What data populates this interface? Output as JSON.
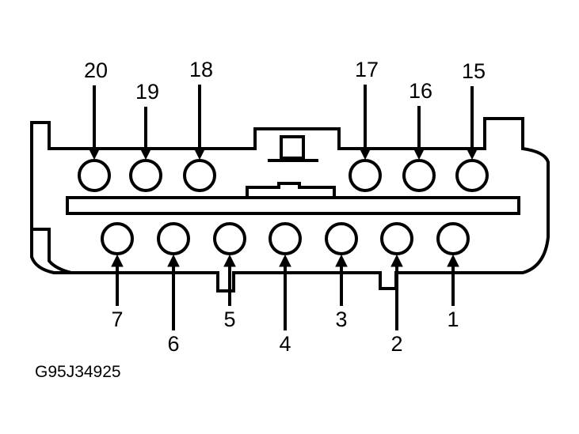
{
  "figure_id": "G95J34925",
  "pins_top": [
    "20",
    "19",
    "18",
    "17",
    "16",
    "15"
  ],
  "pins_bottom": [
    "7",
    "6",
    "5",
    "4",
    "3",
    "2",
    "1"
  ]
}
